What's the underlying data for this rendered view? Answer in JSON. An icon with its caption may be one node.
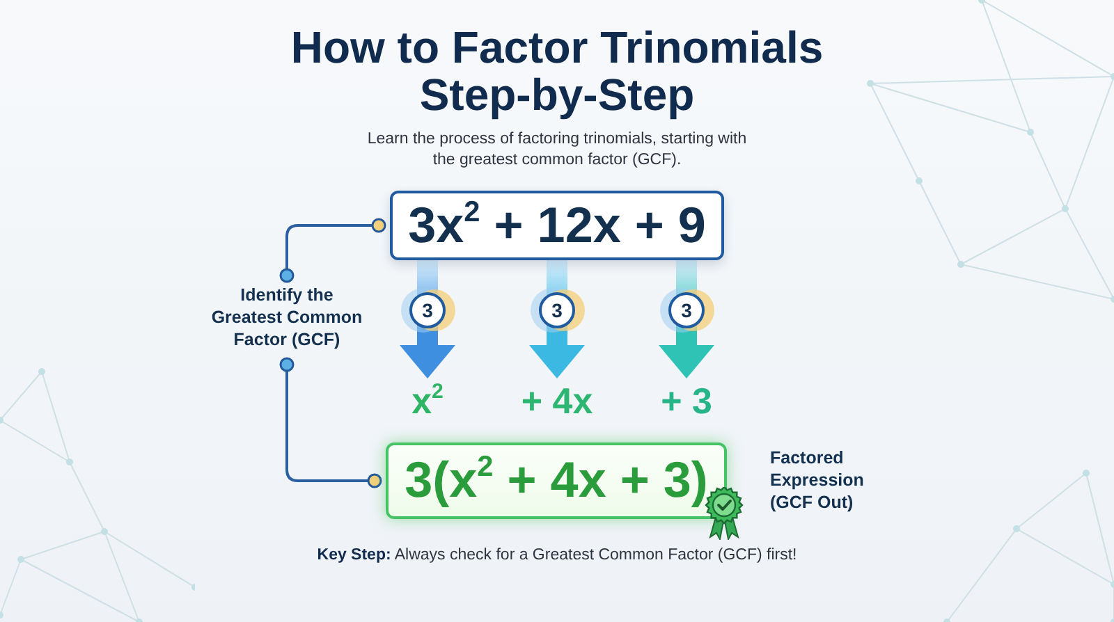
{
  "diagram": {
    "title": "How to Factor Trinomials Step-by-Step",
    "nodes": [
      {
        "text": [
          "3x$^{2}$ + 12x + 9"
        ]
      },
      {
        "text": [
          "Identify the Greatest Common Factor (GCF)"
        ]
      },
      {
        "text": [
          "x$^{2}$"
        ]
      },
      {
        "text": [
          "+ 4x"
        ]
      },
      {
        "text": [
          "+ 3"
        ]
      },
      {
        "text": [
          "3(x$^{2}$ + 4x + 3)"
        ],
        "beside": [
          "Factored Expression (GCF Out)"
        ]
      }
    ],
    "edges": [
      {
        "from": 0,
        "to": 2,
        "arrow": "to",
        "label": "3",
        "style": "thick"
      },
      {
        "from": 0,
        "to": 3,
        "arrow": "to",
        "label": "3",
        "style": "thick",
        "color": "#3bb9e3"
      },
      {
        "from": 0,
        "to": 4,
        "arrow": "to",
        "label": "3",
        "style": "thick",
        "color": "#2fc3b5"
      },
      {
        "from": 1,
        "to": 0,
        "arrow": "other"
      },
      {
        "from": 1,
        "to": 5,
        "arrow": "other"
      }
    ],
    "labels": [
      "Learn the process of factoring trinomials, starting with the greatest common factor (GCF).",
      "**Key Step:** Always check for a Greatest Common Factor (GCF) first!"
    ]
  }
}
